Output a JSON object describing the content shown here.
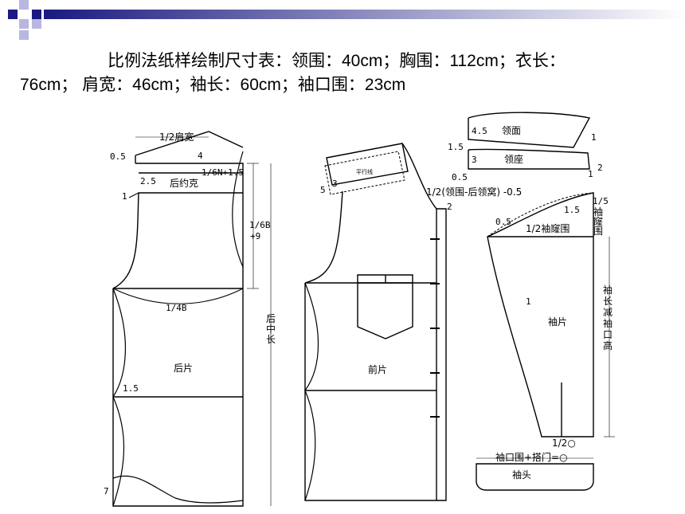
{
  "header": {
    "line1": "比例法纸样绘制尺寸表：领围：40cm；胸围：112cm；衣长：",
    "line2": "76cm； 肩宽：46cm；袖长：60cm；袖口围：23cm"
  },
  "colors": {
    "bar_dark": "#1a1a80",
    "bar_light": "#ffffff",
    "square_dark": "#1a1a80",
    "square_light": "#b7b7e0"
  },
  "back": {
    "half_shoulder": "1/2肩宽",
    "m05": "0.5",
    "m4": "4",
    "m_neck": "1/6N+1.5",
    "m25": "2.5",
    "yoke": "后约克",
    "m1": "1",
    "m_b": "1/6B",
    "m_b2": "+9",
    "quarter_b": "1/4B",
    "center_len": [
      "后",
      "中",
      "长"
    ],
    "piece": "后片",
    "m15": "1.5",
    "m7": "7"
  },
  "front": {
    "parallel": "平行线",
    "m5": "5",
    "m3": "3",
    "formula": "1/2(领围-后领窝) -0.5",
    "m2": "2",
    "piece": "前片"
  },
  "collar": {
    "m45": "4.5",
    "collar": "领面",
    "m1a": "1",
    "m15": "1.5",
    "m3": "3",
    "stand": "领座",
    "m05": "0.5",
    "m2": "2",
    "m1b": "1"
  },
  "sleeve": {
    "m15": "1.5",
    "m15_cap": "1/5",
    "cap_v": [
      "袖",
      "窿",
      "围"
    ],
    "m05": "0.5",
    "half_arm": "1/2袖窿围",
    "m1": "1",
    "piece": "袖片",
    "len_v": [
      "袖",
      "长",
      "减",
      "袖",
      "口",
      "高"
    ],
    "half_o": "1/2○",
    "cuff_formula": "袖口围+搭门=○",
    "cuff": "袖头"
  }
}
